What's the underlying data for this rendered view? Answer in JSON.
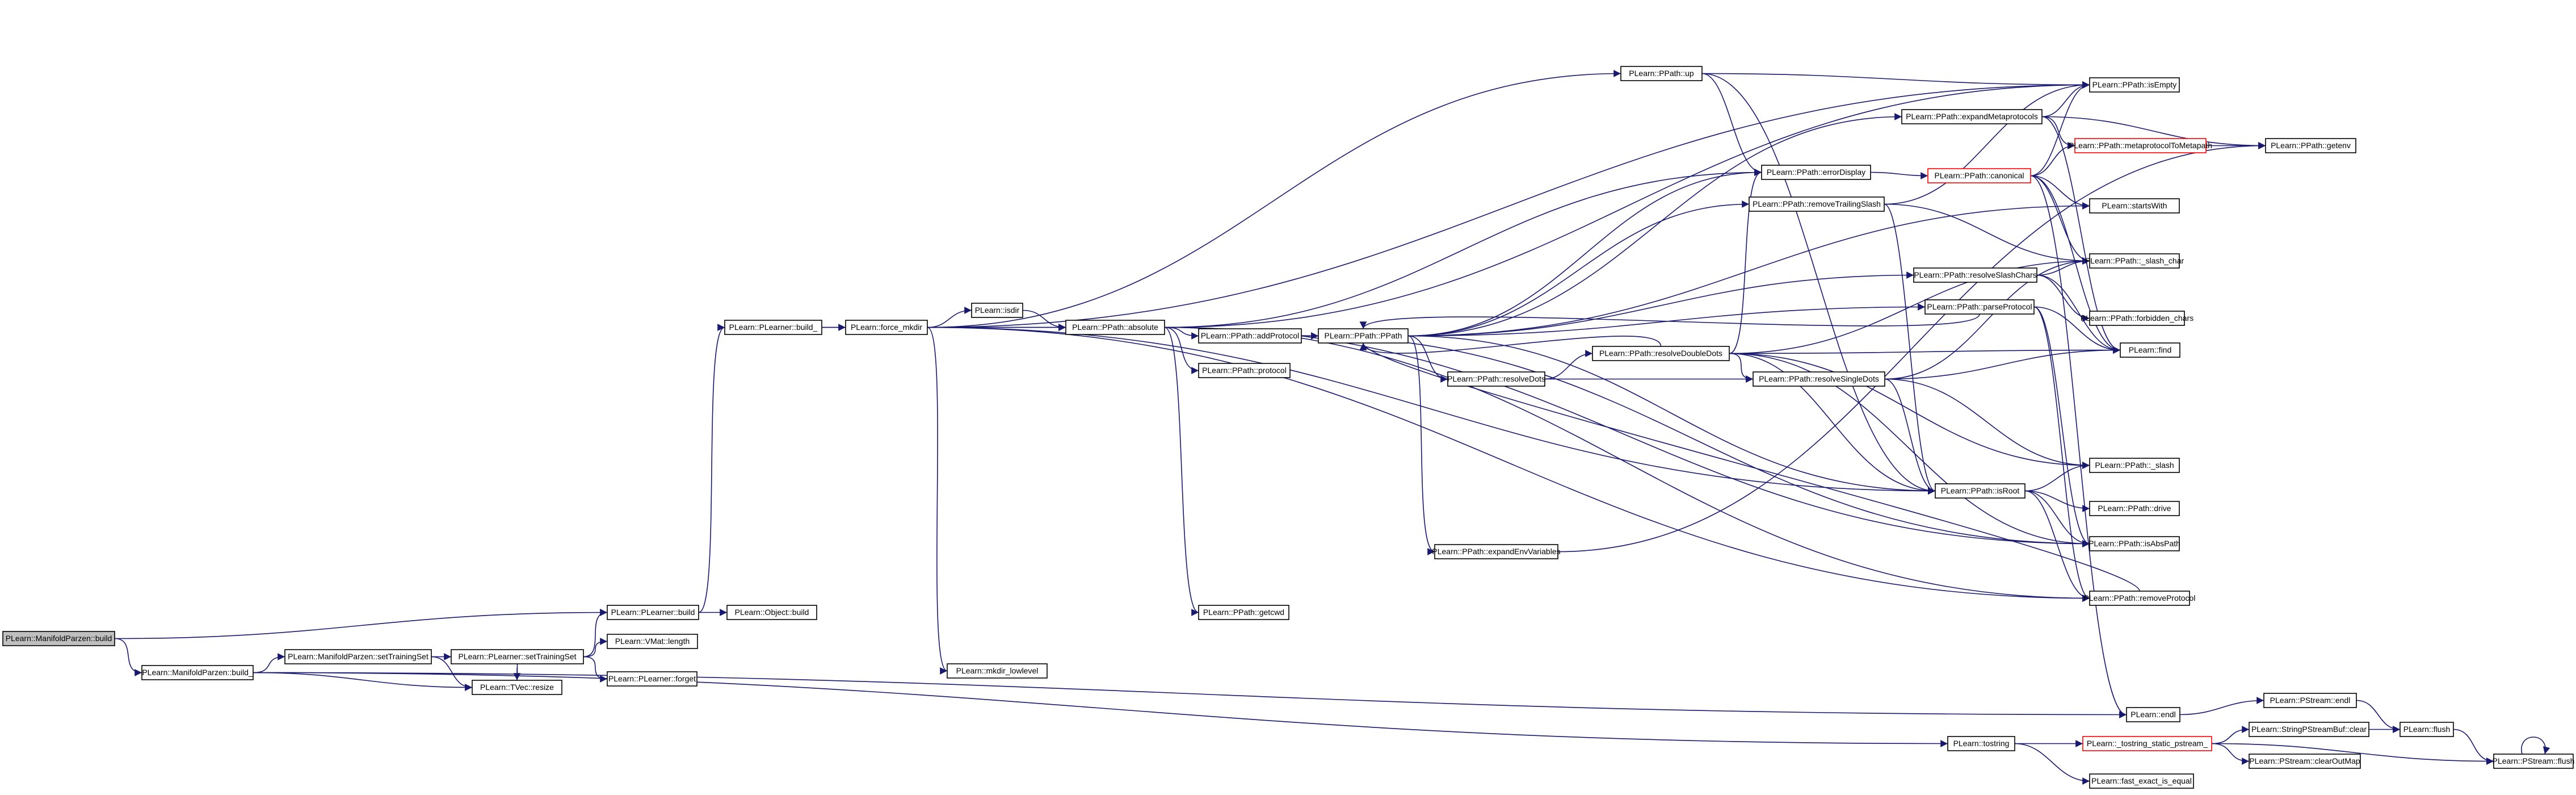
{
  "colors": {
    "edge": "#191970",
    "node_border": "#000000",
    "highlight_border": "#ff0000",
    "root_fill": "#bfbfbf"
  },
  "nodes": {
    "mp_build": {
      "label": "PLearn::ManifoldParzen::build",
      "style": "root"
    },
    "mp_build_": {
      "label": "PLearn::ManifoldParzen::build_"
    },
    "pl_build": {
      "label": "PLearn::PLearner::build"
    },
    "pl_build_": {
      "label": "PLearn::PLearner::build_"
    },
    "obj_build": {
      "label": "PLearn::Object::build"
    },
    "mp_settrain": {
      "label": "PLearn::ManifoldParzen::setTrainingSet"
    },
    "pl_settrain": {
      "label": "PLearn::PLearner::setTrainingSet"
    },
    "vmat_length": {
      "label": "PLearn::VMat::length"
    },
    "pl_forget": {
      "label": "PLearn::PLearner::forget"
    },
    "tvec_resize": {
      "label": "PLearn::TVec::resize"
    },
    "force_mkdir": {
      "label": "PLearn::force_mkdir"
    },
    "isdir": {
      "label": "PLearn::isdir"
    },
    "mkdir_lowlevel": {
      "label": "PLearn::mkdir_lowlevel"
    },
    "absolute": {
      "label": "PLearn::PPath::absolute"
    },
    "addProtocol": {
      "label": "PLearn::PPath::addProtocol"
    },
    "protocol": {
      "label": "PLearn::PPath::protocol"
    },
    "getcwd": {
      "label": "PLearn::PPath::getcwd"
    },
    "ppath": {
      "label": "PLearn::PPath::PPath"
    },
    "up": {
      "label": "PLearn::PPath::up"
    },
    "resolveDots": {
      "label": "PLearn::PPath::resolveDots"
    },
    "expandEnv": {
      "label": "PLearn::PPath::expandEnvVariables"
    },
    "resolveDoubleDots": {
      "label": "PLearn::PPath::resolveDoubleDots"
    },
    "resolveSingleDots": {
      "label": "PLearn::PPath::resolveSingleDots"
    },
    "errorDisplay": {
      "label": "PLearn::PPath::errorDisplay"
    },
    "removeTrailing": {
      "label": "PLearn::PPath::removeTrailingSlash"
    },
    "expandMeta": {
      "label": "PLearn::PPath::expandMetaprotocols"
    },
    "resolveSlash": {
      "label": "PLearn::PPath::resolveSlashChars"
    },
    "parseProtocol": {
      "label": "PLearn::PPath::parseProtocol"
    },
    "isRoot": {
      "label": "PLearn::PPath::isRoot"
    },
    "canonical": {
      "label": "PLearn::PPath::canonical",
      "style": "red"
    },
    "isEmpty": {
      "label": "PLearn::PPath::isEmpty"
    },
    "metaToMeta": {
      "label": "PLearn::PPath::metaprotocolToMetapath",
      "style": "red"
    },
    "getenv": {
      "label": "PLearn::PPath::getenv"
    },
    "startsWith": {
      "label": "PLearn::startsWith"
    },
    "slash_char": {
      "label": "PLearn::PPath::_slash_char"
    },
    "forbidden": {
      "label": "PLearn::PPath::forbidden_chars"
    },
    "find": {
      "label": "PLearn::find"
    },
    "slash": {
      "label": "PLearn::PPath::_slash"
    },
    "drive": {
      "label": "PLearn::PPath::drive"
    },
    "isAbsPath": {
      "label": "PLearn::PPath::isAbsPath"
    },
    "removeProtocol": {
      "label": "PLearn::PPath::removeProtocol"
    },
    "endl": {
      "label": "PLearn::endl"
    },
    "pstream_endl": {
      "label": "PLearn::PStream::endl"
    },
    "flush": {
      "label": "PLearn::flush"
    },
    "pstream_flush": {
      "label": "PLearn::PStream::flush"
    },
    "tostring": {
      "label": "PLearn::tostring"
    },
    "tostring_static": {
      "label": "PLearn::_tostring_static_pstream_",
      "style": "red"
    },
    "sfsb_clear": {
      "label": "PLearn::StringPStreamBuf::clear"
    },
    "clearOutMap": {
      "label": "PLearn::PStream::clearOutMap"
    },
    "fast_exact": {
      "label": "PLearn::fast_exact_is_equal"
    }
  },
  "edges": [
    [
      "mp_build",
      "pl_build"
    ],
    [
      "mp_build",
      "mp_build_"
    ],
    [
      "pl_build",
      "pl_build_"
    ],
    [
      "pl_build",
      "obj_build"
    ],
    [
      "pl_build_",
      "force_mkdir"
    ],
    [
      "pl_build_",
      "absolute"
    ],
    [
      "mp_build_",
      "mp_settrain"
    ],
    [
      "mp_build_",
      "tvec_resize"
    ],
    [
      "mp_build_",
      "endl"
    ],
    [
      "mp_build_",
      "tostring"
    ],
    [
      "mp_settrain",
      "pl_settrain"
    ],
    [
      "mp_settrain",
      "tvec_resize"
    ],
    [
      "pl_settrain",
      "pl_build"
    ],
    [
      "pl_settrain",
      "vmat_length"
    ],
    [
      "pl_settrain",
      "pl_forget"
    ],
    [
      "pl_settrain",
      "tvec_resize"
    ],
    [
      "force_mkdir",
      "isdir"
    ],
    [
      "force_mkdir",
      "absolute"
    ],
    [
      "force_mkdir",
      "mkdir_lowlevel"
    ],
    [
      "force_mkdir",
      "up"
    ],
    [
      "force_mkdir",
      "isEmpty"
    ],
    [
      "force_mkdir",
      "isRoot"
    ],
    [
      "force_mkdir",
      "removeProtocol"
    ],
    [
      "isdir",
      "absolute"
    ],
    [
      "absolute",
      "addProtocol"
    ],
    [
      "absolute",
      "protocol"
    ],
    [
      "absolute",
      "getcwd"
    ],
    [
      "absolute",
      "ppath"
    ],
    [
      "absolute",
      "errorDisplay"
    ],
    [
      "absolute",
      "isAbsPath"
    ],
    [
      "absolute",
      "removeProtocol"
    ],
    [
      "absolute",
      "isEmpty"
    ],
    [
      "addProtocol",
      "ppath"
    ],
    [
      "addProtocol",
      "isAbsPath"
    ],
    [
      "ppath",
      "resolveDots"
    ],
    [
      "ppath",
      "expandEnv"
    ],
    [
      "ppath",
      "removeTrailing"
    ],
    [
      "ppath",
      "expandMeta"
    ],
    [
      "ppath",
      "resolveSlash"
    ],
    [
      "ppath",
      "parseProtocol"
    ],
    [
      "ppath",
      "errorDisplay"
    ],
    [
      "ppath",
      "startsWith"
    ],
    [
      "ppath",
      "isRoot"
    ],
    [
      "resolveDots",
      "resolveDoubleDots"
    ],
    [
      "resolveDots",
      "resolveSingleDots"
    ],
    [
      "resolveDoubleDots",
      "ppath"
    ],
    [
      "resolveDoubleDots",
      "resolveSingleDots"
    ],
    [
      "resolveDoubleDots",
      "errorDisplay"
    ],
    [
      "resolveDoubleDots",
      "find"
    ],
    [
      "resolveDoubleDots",
      "slash_char"
    ],
    [
      "resolveDoubleDots",
      "slash"
    ],
    [
      "resolveDoubleDots",
      "isRoot"
    ],
    [
      "resolveDoubleDots",
      "isAbsPath"
    ],
    [
      "resolveSingleDots",
      "find"
    ],
    [
      "resolveSingleDots",
      "slash_char"
    ],
    [
      "resolveSingleDots",
      "slash"
    ],
    [
      "resolveSingleDots",
      "isRoot"
    ],
    [
      "up",
      "isEmpty"
    ],
    [
      "up",
      "errorDisplay"
    ],
    [
      "up",
      "isRoot"
    ],
    [
      "errorDisplay",
      "canonical"
    ],
    [
      "removeTrailing",
      "isEmpty"
    ],
    [
      "removeTrailing",
      "slash_char"
    ],
    [
      "removeTrailing",
      "isRoot"
    ],
    [
      "expandMeta",
      "isEmpty"
    ],
    [
      "expandMeta",
      "metaToMeta"
    ],
    [
      "expandMeta",
      "getenv"
    ],
    [
      "expandMeta",
      "find"
    ],
    [
      "canonical",
      "isEmpty"
    ],
    [
      "canonical",
      "metaToMeta"
    ],
    [
      "canonical",
      "startsWith"
    ],
    [
      "canonical",
      "slash_char"
    ],
    [
      "canonical",
      "find"
    ],
    [
      "canonical",
      "endl"
    ],
    [
      "metaToMeta",
      "getenv"
    ],
    [
      "resolveSlash",
      "slash_char"
    ],
    [
      "resolveSlash",
      "forbidden"
    ],
    [
      "resolveSlash",
      "find"
    ],
    [
      "parseProtocol",
      "ppath"
    ],
    [
      "parseProtocol",
      "find"
    ],
    [
      "parseProtocol",
      "isAbsPath"
    ],
    [
      "parseProtocol",
      "removeProtocol"
    ],
    [
      "isRoot",
      "slash"
    ],
    [
      "isRoot",
      "drive"
    ],
    [
      "isRoot",
      "isAbsPath"
    ],
    [
      "isRoot",
      "removeProtocol"
    ],
    [
      "removeProtocol",
      "ppath"
    ],
    [
      "expandEnv",
      "getenv"
    ],
    [
      "endl",
      "pstream_endl"
    ],
    [
      "pstream_endl",
      "flush"
    ],
    [
      "flush",
      "pstream_flush"
    ],
    [
      "pstream_flush",
      "pstream_flush"
    ],
    [
      "tostring",
      "tostring_static"
    ],
    [
      "tostring",
      "fast_exact"
    ],
    [
      "tostring_static",
      "sfsb_clear"
    ],
    [
      "tostring_static",
      "clearOutMap"
    ],
    [
      "tostring_static",
      "pstream_flush"
    ],
    [
      "sfsb_clear",
      "flush"
    ]
  ]
}
